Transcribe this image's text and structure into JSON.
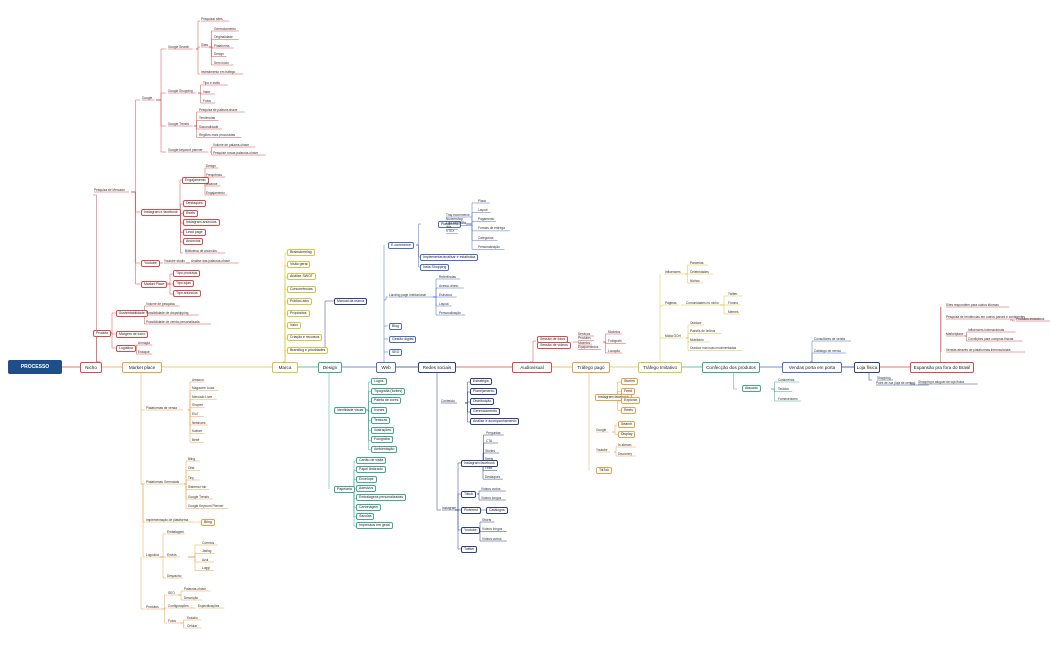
{
  "root": "PROCESSO",
  "colors": {
    "root": "#1f4f8a",
    "red": "#e04848",
    "orange": "#f0a040",
    "gold": "#d9c440",
    "green": "#3aae8c",
    "blue": "#4a6ec8",
    "navy": "#2a3f8f"
  },
  "main": [
    "Nicho",
    "Market place",
    "Marca",
    "Design",
    "Web",
    "Redes sociais",
    "Audiovisual",
    "Tráfego pago",
    "Tráfego Imitativo",
    "Confecção dos produtos",
    "Vendas porta em porta",
    "Loja física",
    "Expansão pra fora do Brasil"
  ],
  "nicho": {
    "pesquisa_mercado": "Pesquisa de Mercado",
    "google": "Google",
    "google_search": "Google Search",
    "pesquisar_sites": "Pesquisar sites",
    "sites": "Sites",
    "sites_items": [
      "Gerenciamento",
      "Originalidade",
      "Plataforma",
      "Design",
      "Sem início"
    ],
    "investimento_trafego": "Investimento em tráfego",
    "google_shopping": "Google Shopping",
    "shopping_items": [
      "Tipo e estilo",
      "Valor",
      "Fotos"
    ],
    "google_trends": "Google Trends",
    "trends_items": [
      "Pesquisa de palavra-chave",
      "Tendências",
      "Sazonalidade",
      "Regiões mais procuradas"
    ],
    "keyword_planner": "Google keyword planner",
    "keyword_items": [
      "Volume de palavra-chave",
      "Pesquise novas palavras-chave"
    ],
    "instagram_facebook": "Instagram e facebook",
    "engajamento": "Engajamento",
    "engaj_items": [
      "Design",
      "Frequência",
      "Alcance",
      "Engajamento"
    ],
    "insta_items": [
      "Destaques",
      "Reels",
      "Instagram anúncios",
      "Lead page",
      "Anúncios"
    ],
    "biblioteca_anuncios": "Biblioteca de anúncios",
    "youtube": "Youtube",
    "youtube_analytics": "Youtube studio",
    "youtube_item": "Analise das palavras-chave",
    "market_place": "Market Place",
    "market_items": [
      "Tipo produtos",
      "Tipo lojas",
      "Tipo anúncios"
    ],
    "produto": "Produto",
    "sustentabilidade": "Sustentabilidade",
    "produto_items": [
      "Volume de pesquisa",
      "Possibilidade de dropshipping",
      "Possibilidade de venda personalizada"
    ],
    "margem_lucro": "Margem de lucro",
    "logistica": "Logística",
    "logistica_items": [
      "Armagia",
      "Estoque"
    ]
  },
  "market_place": {
    "plataformas_venda": "Plataformas de venda",
    "plataformas_items": [
      "Amazon",
      "Magazine Luiza",
      "Mercado Livre",
      "Shopee",
      "Elo7",
      "Netshoes",
      "Kabum",
      "Bebê"
    ],
    "plataformas_gerenciais": "Plataformas Gerenciais",
    "gerenciais_items": [
      "Bling",
      "Olist",
      "Tiny",
      "Sistema Hub",
      "Google Trends",
      "Google Keyword Planner"
    ],
    "implementacao": "Implementação de plataforma",
    "implementacao_item": "Bling",
    "logistica": "Logística",
    "embalagem": "Embalagem",
    "embalagem_items": [
      "Correios",
      "Jadlog",
      "Azul",
      "Loggi"
    ],
    "envios": "Envios",
    "despacho": "Despacho",
    "produtos": "Produtos",
    "seo": "SEO",
    "seo_items": [
      "Palavras-chave",
      "Descrição"
    ],
    "configuracoes": "Configurações",
    "especificacoes": "Especificações",
    "fotos": "Fotos",
    "fotos_items": [
      "Estúdio",
      "Celular"
    ]
  },
  "marca": {
    "items": [
      "Brainstorming",
      "Visão geral",
      "Análise SWOT",
      "Concorrências",
      "Público-alvo",
      "Propósitos",
      "Valor",
      "Criação e recursos",
      "Branding e prioridades"
    ],
    "manual": "Manual da marca"
  },
  "design": {
    "identidade_visual": "Identidade visual",
    "identidade_items": [
      "Logos",
      "Tipografia (fontes)",
      "Paleta de cores",
      "Ícones",
      "Texturas",
      "Ilustrações",
      "Fotografia",
      "Ambientação"
    ],
    "papelaria": "Papelaria",
    "papelaria_items": [
      "Cartão de visita",
      "Papel timbrado",
      "Envelope",
      "Adesivos",
      "Embalagens personalizadas",
      "Cartonagem",
      "Sacolas",
      "Impressos em geral"
    ]
  },
  "web": {
    "ecommerce": "E-commerce",
    "plataforma": "Plataforma",
    "plataforma_opts": [
      "Tray ecommerce",
      "Nuvemshop",
      "Loja integrada",
      "Wix",
      "VTEX"
    ],
    "plataforma_items": [
      "Plano",
      "Layout",
      "Pagamento",
      "Formas de entrega",
      "Categorias",
      "Personalização"
    ],
    "implementacao": "Implementar/analisar e estatística",
    "insta_shopping": "Insta Shopping",
    "landing": "Landing page institucional",
    "landing_items": [
      "Referências",
      "Acesso direto",
      "Estrutura",
      "Layout",
      "Personalização"
    ],
    "blog": "Blog",
    "gestao_digital": "Gestão digital",
    "seo": "SEO"
  },
  "redes": {
    "conteudo": "Conteúdo",
    "conteudo_items": [
      "Estratégia",
      "Planejamento",
      "Distribuição",
      "Gerenciamento",
      "Análise e acompanhamento"
    ],
    "instagram": "Instagram",
    "instagram_fb": "Instagram facebook",
    "insta_items": [
      "Stories",
      "Reels",
      "Feed",
      "Destaques"
    ],
    "perguntas": "Perguntas",
    "cta": "CTA",
    "tiktok": "Tiktok",
    "tiktok_items": [
      "Vídeos curtos",
      "Vídeos longos"
    ],
    "pinterest": "Pinterest",
    "pinterest_item": "Catálogos",
    "youtube": "Youtube",
    "youtube_items": [
      "Shorts",
      "Vídeos longos",
      "Vídeos curtos"
    ],
    "twitter": "Twitter"
  },
  "audiovisual": {
    "sessao_fotos": "Sessão de fotos",
    "sessao_videos": "Sessão de vídeos",
    "servicos": [
      "Serviços",
      "Produtos",
      "Modelos",
      "Equipamentos"
    ],
    "items": [
      "Modelos",
      "Fotógrafo",
      "Locação"
    ]
  },
  "trafego_pago": {
    "instagram": "Instagram",
    "instagram_items": [
      "Stories",
      "Feed",
      "Explorar",
      "Reels"
    ],
    "google": "Google",
    "google_items": [
      "Search",
      "Display"
    ],
    "youtube": "Youtube",
    "youtube_items": [
      "In-stream",
      "Discovery"
    ],
    "tiktok": "TikTok",
    "instagram_facebook": "Instagram facebook"
  },
  "trafego_imitativo": {
    "influencers": "Influencers",
    "influencers_items": [
      "Parcerias",
      "Celebridades",
      "Nichos"
    ],
    "paginas": "Páginas",
    "comunidades": "Comunidades no nicho",
    "comunidades_items": [
      "Twitter",
      "Fóruns",
      "Memes"
    ],
    "midia_ooh": "Mídia OOH",
    "ooh_items": [
      "Outdoor",
      "Painéis de ônibus",
      "Mobiliário",
      "Outdoor nas ruas movimentadas"
    ]
  },
  "confeccao": {
    "atacado": "Atacado",
    "atacado_items": [
      "Costureiras",
      "Tecidos",
      "Fornecedores"
    ]
  },
  "vendas": {
    "items": [
      "Consultores de venda",
      "Catálogo de venda"
    ]
  },
  "loja": {
    "items": [
      "Shopping",
      "Point de rua (loja de centro)"
    ],
    "item2": "Shopping e aluguel de loja física"
  },
  "expansao": {
    "items": [
      "Sites respondem para outros idiomas",
      "Pesquisa de tendências em outros países e continentes",
      "Marketplace",
      "Vendas através de plataformas internacionais"
    ],
    "subitems": [
      "Influencers internacionais",
      "Condições para compras físicas"
    ],
    "extra": "Produtos exclusivos"
  }
}
